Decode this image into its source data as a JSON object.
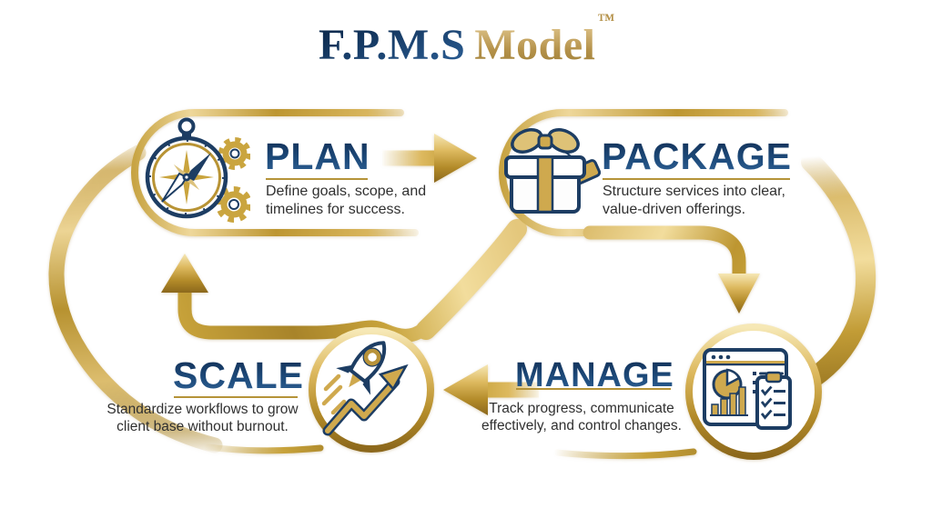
{
  "title": {
    "acronym": "F.P.M.S",
    "word": "Model",
    "trademark": "™"
  },
  "colors": {
    "navy": "#1d3d63",
    "heading_navy_top": "#122f55",
    "heading_navy_bottom": "#2f6195",
    "gold": "#c9a43e",
    "gold_dark": "#8c681c",
    "gold_light": "#f2dd9d",
    "underline_gold": "#b59338",
    "body_text": "#303030",
    "background": "#ffffff"
  },
  "stages": [
    {
      "id": "plan",
      "label": "PLAN",
      "icon": "compass-gears-icon",
      "description_line1": "Define goals, scope, and",
      "description_line2": "timelines for success."
    },
    {
      "id": "package",
      "label": "PACKAGE",
      "icon": "gift-box-icon",
      "description_line1": "Structure services into clear,",
      "description_line2": "value-driven offerings."
    },
    {
      "id": "manage",
      "label": "MANAGE",
      "icon": "dashboard-clipboard-icon",
      "description_line1": "Track progress, communicate",
      "description_line2": "effectively, and control changes."
    },
    {
      "id": "scale",
      "label": "SCALE",
      "icon": "rocket-growth-icon",
      "description_line1": "Standardize workflows to grow",
      "description_line2": "client base without burnout."
    }
  ],
  "connections": [
    {
      "from": "PLAN",
      "to": "PACKAGE",
      "style": "straight-right-arrow"
    },
    {
      "from": "PACKAGE",
      "to": "MANAGE",
      "style": "curved-down-arrow"
    },
    {
      "from": "MANAGE",
      "to": "SCALE",
      "style": "straight-left-arrow"
    },
    {
      "from": "SCALE",
      "to": "PLAN",
      "style": "elbow-up-arrow"
    }
  ]
}
